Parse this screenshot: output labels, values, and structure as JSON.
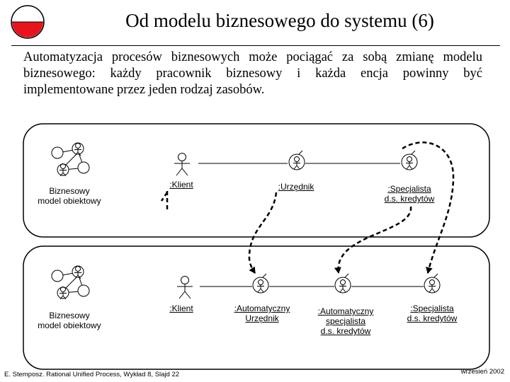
{
  "title": "Od modelu biznesowego do systemu (6)",
  "intro_text": "Automatyzacja procesów biznesowych może pociągać za sobą zmianę modelu biznesowego: każdy pracownik biznesowy i każda encja powinny być implementowane przez jeden rodzaj zasobów.",
  "top_model": {
    "package_label_1": "Biznesowy",
    "package_label_2": "model obiektowy",
    "actor_label": ":Klient",
    "worker1_label": ":Urzędnik",
    "worker2_label_1": ":Specjalista",
    "worker2_label_2": "d.s. kredytów"
  },
  "bottom_model": {
    "package_label_1": "Biznesowy",
    "package_label_2": "model obiektowy",
    "actor_label": ":Klient",
    "worker1_label_1": ":Automatyczny",
    "worker1_label_2": "Urzędnik",
    "worker2_label_1": ":Automatyczny",
    "worker2_label_2": "specjalista",
    "worker2_label_3": "d.s. kredytów",
    "worker3_label_1": ":Specjalista",
    "worker3_label_2": "d.s. kredytów"
  },
  "footer": {
    "left": "E. Stemposz. Rational Unified Process, Wykład 8, Slajd 22",
    "right": "wrzesień 2002"
  },
  "colors": {
    "logo_red": "#e8141c",
    "line": "#000000"
  }
}
